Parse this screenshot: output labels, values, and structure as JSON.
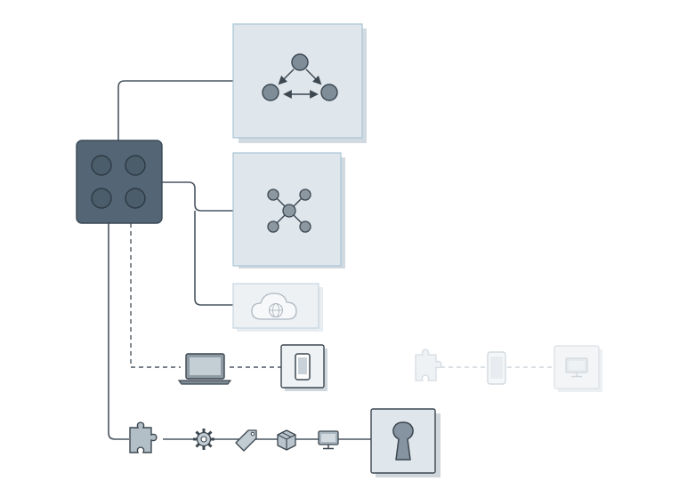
{
  "colors": {
    "hub_fill": "#546676",
    "hub_stroke": "#3a4956",
    "panel_fill": "#dfe6ec",
    "panel_border": "#a8c4d4",
    "line": "#4a5560",
    "faded": "#cfd6dc"
  },
  "icons": {
    "hub": "four-port-hub",
    "top_panel": "triangle-network-nodes",
    "middle_panel": "star-network-nodes",
    "small_panel": "cloud-globe",
    "laptop": "laptop",
    "phone": "smartphone",
    "lock": "keyhole-lock",
    "chain": [
      "puzzle-piece",
      "gear",
      "tag",
      "package-box",
      "monitor"
    ],
    "faded_chain": [
      "puzzle-piece",
      "smartphone",
      "monitor"
    ]
  }
}
